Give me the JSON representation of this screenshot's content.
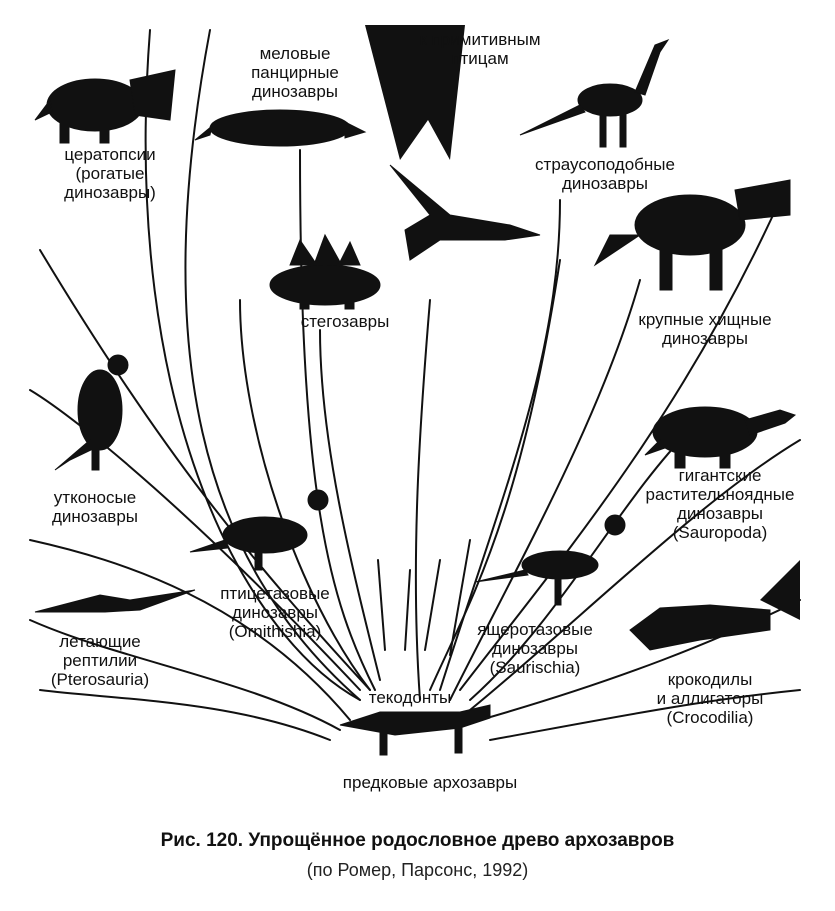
{
  "labels": {
    "ceratopsians": [
      "цератопсии",
      "(рогатые",
      "динозавры)"
    ],
    "armored": [
      "меловые",
      "панцирные",
      "динозавры"
    ],
    "birds": [
      "к примитивным",
      "птицам"
    ],
    "ostrich": [
      "страусоподобные",
      "динозавры"
    ],
    "large_predators": [
      "крупные хищные",
      "динозавры"
    ],
    "stegosaurs": [
      "стегозавры"
    ],
    "hadrosaurs": [
      "утконосые",
      "динозавры"
    ],
    "sauropods": [
      "гигантские",
      "растительноядные",
      "динозавры",
      "(Sauropoda)"
    ],
    "ornithischia": [
      "птицетазовые",
      "динозавры",
      "(Ornithishia)"
    ],
    "saurischia": [
      "ящеротазовые",
      "динозавры",
      "(Saurischia)"
    ],
    "pterosaurs": [
      "летающие",
      "рептилии",
      "(Pterosauria)"
    ],
    "crocodiles": [
      "крокодилы",
      "и аллигаторы",
      "(Crocodilia)"
    ],
    "thecodonts": [
      "текодонты"
    ],
    "ancestral": [
      "предковые архозавры"
    ]
  },
  "caption": {
    "title": "Рис. 120. Упрощённое родословное древо архозавров",
    "source": "(по Ромер, Парсонс, 1992)"
  },
  "colors": {
    "ink": "#111111",
    "paper": "#ffffff"
  }
}
